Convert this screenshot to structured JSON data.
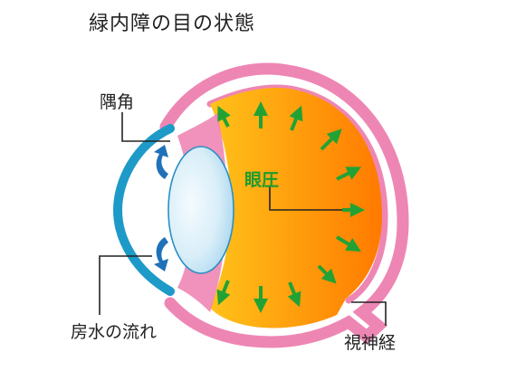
{
  "title": "緑内障の目の状態",
  "labels": {
    "angle": "隅角",
    "aqueous_flow": "房水の流れ",
    "optic_nerve": "視神経",
    "iop": "眼圧"
  },
  "colors": {
    "sclera": "#ee86b4",
    "cornea": "#1e9ac8",
    "vitreous_start": "#ffc21a",
    "vitreous_end": "#ff7a00",
    "pressure_arrow": "#22a234",
    "flow_arrow": "#1f72b8",
    "iop_text": "#1e9b2e",
    "line": "#222222",
    "lens_fill": "#d9eef8",
    "lens_edge": "#2a8fc4"
  }
}
